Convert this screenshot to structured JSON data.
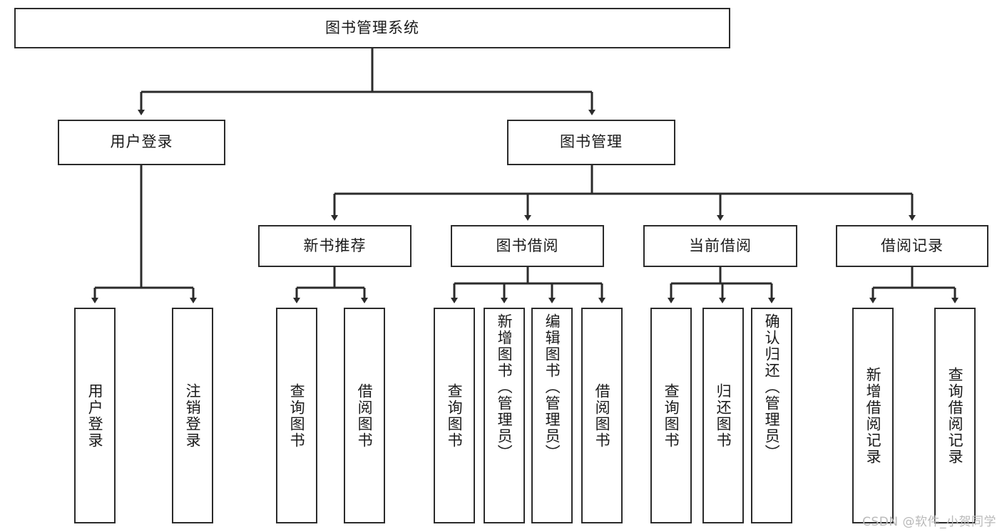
{
  "diagram": {
    "type": "tree",
    "title": "图书管理系统",
    "watermark": "CSDN @软件_小贺同学",
    "colors": {
      "box_border": "#2b2b2b",
      "box_fill": "#ffffff",
      "connector": "#2b2b2b",
      "text": "#1a1a1a",
      "watermark": "#b9b9b9"
    },
    "levels": {
      "root": {
        "label": "图书管理系统"
      },
      "level2": [
        {
          "label": "用户登录"
        },
        {
          "label": "图书管理"
        }
      ],
      "level3": [
        {
          "label": "新书推荐"
        },
        {
          "label": "图书借阅"
        },
        {
          "label": "当前借阅"
        },
        {
          "label": "借阅记录"
        }
      ],
      "leaves": [
        {
          "label": "用户登录",
          "parent": "用户登录"
        },
        {
          "label": "注销登录",
          "parent": "用户登录"
        },
        {
          "label": "查询图书",
          "parent": "新书推荐"
        },
        {
          "label": "借阅图书",
          "parent": "新书推荐"
        },
        {
          "label": "查询图书",
          "parent": "图书借阅"
        },
        {
          "label": "新增图书（管理员）",
          "parent": "图书借阅"
        },
        {
          "label": "编辑图书（管理员）",
          "parent": "图书借阅"
        },
        {
          "label": "借阅图书",
          "parent": "图书借阅"
        },
        {
          "label": "查询图书",
          "parent": "当前借阅"
        },
        {
          "label": "归还图书",
          "parent": "当前借阅"
        },
        {
          "label": "确认归还（管理员）",
          "parent": "当前借阅"
        },
        {
          "label": "新增借阅记录",
          "parent": "借阅记录"
        },
        {
          "label": "查询借阅记录",
          "parent": "借阅记录"
        }
      ]
    }
  }
}
